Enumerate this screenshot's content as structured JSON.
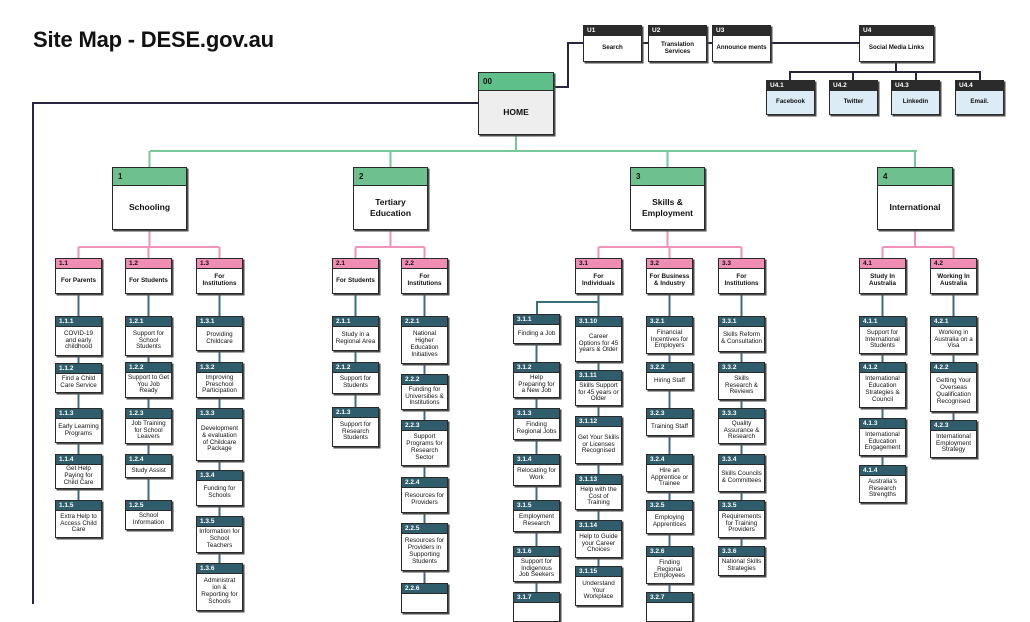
{
  "title": "Site Map - DESE.gov.au",
  "colors": {
    "home": "#5fbf8a",
    "level1": "#6fc08f",
    "level2": "#ef8db3",
    "leaf": "#2f5d6b",
    "utility": "#2b2b2b",
    "social": "#dcecf6",
    "connector_green": "#76c79a",
    "connector_pink": "#ef93b8",
    "connector_teal": "#3d6e7e",
    "connector_dark": "#2a2440"
  },
  "home": {
    "code": "00",
    "label": "HOME"
  },
  "utility": [
    {
      "code": "U1",
      "label": "Search"
    },
    {
      "code": "U2",
      "label": "Translation Services"
    },
    {
      "code": "U3",
      "label": "Announce ments"
    },
    {
      "code": "U4",
      "label": "Social Media Links"
    }
  ],
  "social": [
    {
      "code": "U4.1",
      "label": "Facebook"
    },
    {
      "code": "U4.2",
      "label": "Twitter"
    },
    {
      "code": "U4.3",
      "label": "Linkedin"
    },
    {
      "code": "U4.4",
      "label": "Email."
    }
  ],
  "sections": [
    {
      "code": "1",
      "label": "Schooling"
    },
    {
      "code": "2",
      "label": "Tertiary Education"
    },
    {
      "code": "3",
      "label": "Skills & Employment"
    },
    {
      "code": "4",
      "label": "International"
    }
  ],
  "subsections": [
    {
      "code": "1.1",
      "label": "For Parents"
    },
    {
      "code": "1.2",
      "label": "For Students"
    },
    {
      "code": "1.3",
      "label": "For Institutions"
    },
    {
      "code": "2.1",
      "label": "For Students"
    },
    {
      "code": "2.2",
      "label": "For Institutions"
    },
    {
      "code": "3.1",
      "label": "For Individuals"
    },
    {
      "code": "3.2",
      "label": "For Business & Industry"
    },
    {
      "code": "3.3",
      "label": "For Institutions"
    },
    {
      "code": "4.1",
      "label": "Study In Australia"
    },
    {
      "code": "4.2",
      "label": "Working In Australia"
    }
  ],
  "pages": [
    {
      "code": "1.1.1",
      "label": "COVID-19 and early childhood"
    },
    {
      "code": "1.1.2",
      "label": "Find a Child Care Service"
    },
    {
      "code": "1.1.3",
      "label": "Early Learning Programs"
    },
    {
      "code": "1.1.4",
      "label": "Get Help Paying for Child Care"
    },
    {
      "code": "1.1.5",
      "label": "Extra Help to Access Child Care"
    },
    {
      "code": "1.2.1",
      "label": "Support for School Students"
    },
    {
      "code": "1.2.2",
      "label": "Support to Get You Job Ready"
    },
    {
      "code": "1.2.3",
      "label": "Job Training for School Leavers"
    },
    {
      "code": "1.2.4",
      "label": "Study Assist"
    },
    {
      "code": "1.2.5",
      "label": "School Information"
    },
    {
      "code": "1.3.1",
      "label": "Providing Childcare"
    },
    {
      "code": "1.3.2",
      "label": "Improving Preschool Participation"
    },
    {
      "code": "1.3.3",
      "label": "Development & evaluation of Childcare Package"
    },
    {
      "code": "1.3.4",
      "label": "Funding for Schools"
    },
    {
      "code": "1.3.5",
      "label": "Information for School Teachers"
    },
    {
      "code": "1.3.6",
      "label": "Administrat ion & Reporting for Schools"
    },
    {
      "code": "2.1.1",
      "label": "Study in a Regional Area"
    },
    {
      "code": "2.1.2",
      "label": "Support for Students"
    },
    {
      "code": "2.1.3",
      "label": "Support for Research Students"
    },
    {
      "code": "2.2.1",
      "label": "National Higher Education Initiatives"
    },
    {
      "code": "2.2.2",
      "label": "Funding for Universities & Institutions"
    },
    {
      "code": "2.2.3",
      "label": "Support Programs for Research Sector"
    },
    {
      "code": "2.2.4",
      "label": "Resources for Providers"
    },
    {
      "code": "2.2.5",
      "label": "Resources for Providers in Supporting Students"
    },
    {
      "code": "2.2.6",
      "label": ""
    },
    {
      "code": "3.1.1",
      "label": "Finding a Job"
    },
    {
      "code": "3.1.2",
      "label": "Help Preparing for a New Job"
    },
    {
      "code": "3.1.3",
      "label": "Finding Regional Jobs"
    },
    {
      "code": "3.1.4",
      "label": "Relocating for Work"
    },
    {
      "code": "3.1.5",
      "label": "Employment Research"
    },
    {
      "code": "3.1.6",
      "label": "Support for Indigenous Job Seekers"
    },
    {
      "code": "3.1.7",
      "label": ""
    },
    {
      "code": "3.1.10",
      "label": "Career Options for 45 years & Older"
    },
    {
      "code": "3.1.11",
      "label": "Skills Support for 45 years or Older"
    },
    {
      "code": "3.1.12",
      "label": "Get Your Skills or Licenses Recognised"
    },
    {
      "code": "3.1.13",
      "label": "Help with the Cost of Training"
    },
    {
      "code": "3.1.14",
      "label": "Help to Guide your Career Choices"
    },
    {
      "code": "3.1.15",
      "label": "Understand Your Workplace"
    },
    {
      "code": "3.2.1",
      "label": "Financial Incentives for Employers"
    },
    {
      "code": "3.2.2",
      "label": "Hiring Staff"
    },
    {
      "code": "3.2.3",
      "label": "Training Staff"
    },
    {
      "code": "3.2.4",
      "label": "Hire an Apprentice or Trainee"
    },
    {
      "code": "3.2.5",
      "label": "Employing Apprentices"
    },
    {
      "code": "3.2.6",
      "label": "Finding Regional Employees"
    },
    {
      "code": "3.2.7",
      "label": ""
    },
    {
      "code": "3.3.1",
      "label": "Skills Reform & Consultation"
    },
    {
      "code": "3.3.2",
      "label": "Skills Research & Reviews"
    },
    {
      "code": "3.3.3",
      "label": "Quality Assurance & Research"
    },
    {
      "code": "3.3.4",
      "label": "Skills Councils & Committees"
    },
    {
      "code": "3.3.5",
      "label": "Requirements for Training Providers"
    },
    {
      "code": "3.3.6",
      "label": "National Skills Strategies"
    },
    {
      "code": "4.1.1",
      "label": "Support for International Students"
    },
    {
      "code": "4.1.2",
      "label": "International Education Strategies & Council"
    },
    {
      "code": "4.1.3",
      "label": "International Education Engagement"
    },
    {
      "code": "4.1.4",
      "label": "Australia's Research Strengths"
    },
    {
      "code": "4.2.1",
      "label": "Working in Australia on a Visa"
    },
    {
      "code": "4.2.2",
      "label": "Getting Your Overseas Qualification Recognised"
    },
    {
      "code": "4.2.3",
      "label": "International Employment Strategy"
    }
  ]
}
